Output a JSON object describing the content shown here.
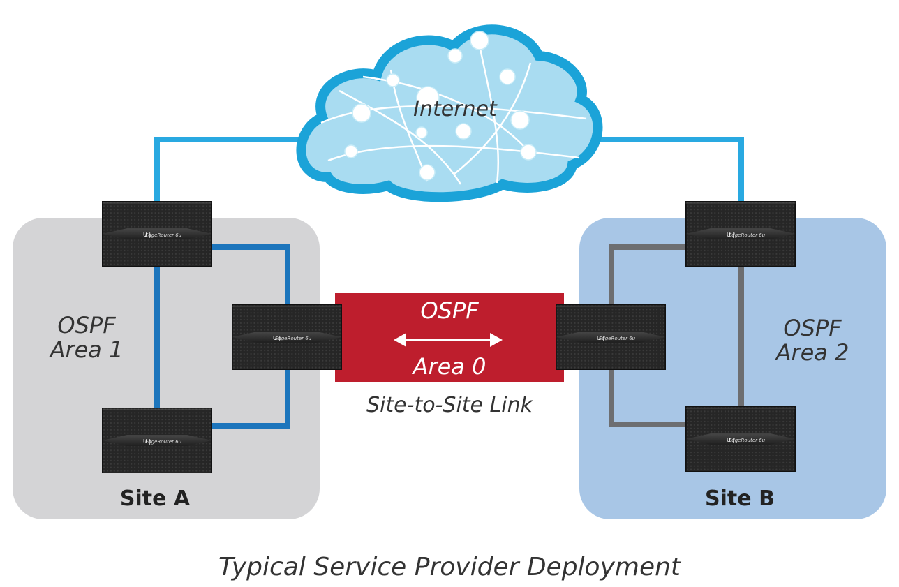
{
  "cloud": {
    "label": "Internet"
  },
  "site_a": {
    "name": "Site A",
    "area_line1": "OSPF",
    "area_line2": "Area 1"
  },
  "site_b": {
    "name": "Site B",
    "area_line1": "OSPF",
    "area_line2": "Area 2"
  },
  "link": {
    "protocol": "OSPF",
    "area": "Area 0",
    "caption": "Site-to-Site Link"
  },
  "router": {
    "model": "EdgeRouter 6u"
  },
  "caption": "Typical Service Provider Deployment",
  "colors": {
    "wan_line": "#29a9e1",
    "site_a_bg": "#d4d4d6",
    "site_a_line": "#1c75bc",
    "site_b_bg": "#a8c6e6",
    "site_b_line": "#6d6e71",
    "link_bg": "#be1e2d",
    "cloud_fill": "#a9dcf1",
    "cloud_edge": "#1ba3d8",
    "router_body": "#2b2b2b"
  }
}
